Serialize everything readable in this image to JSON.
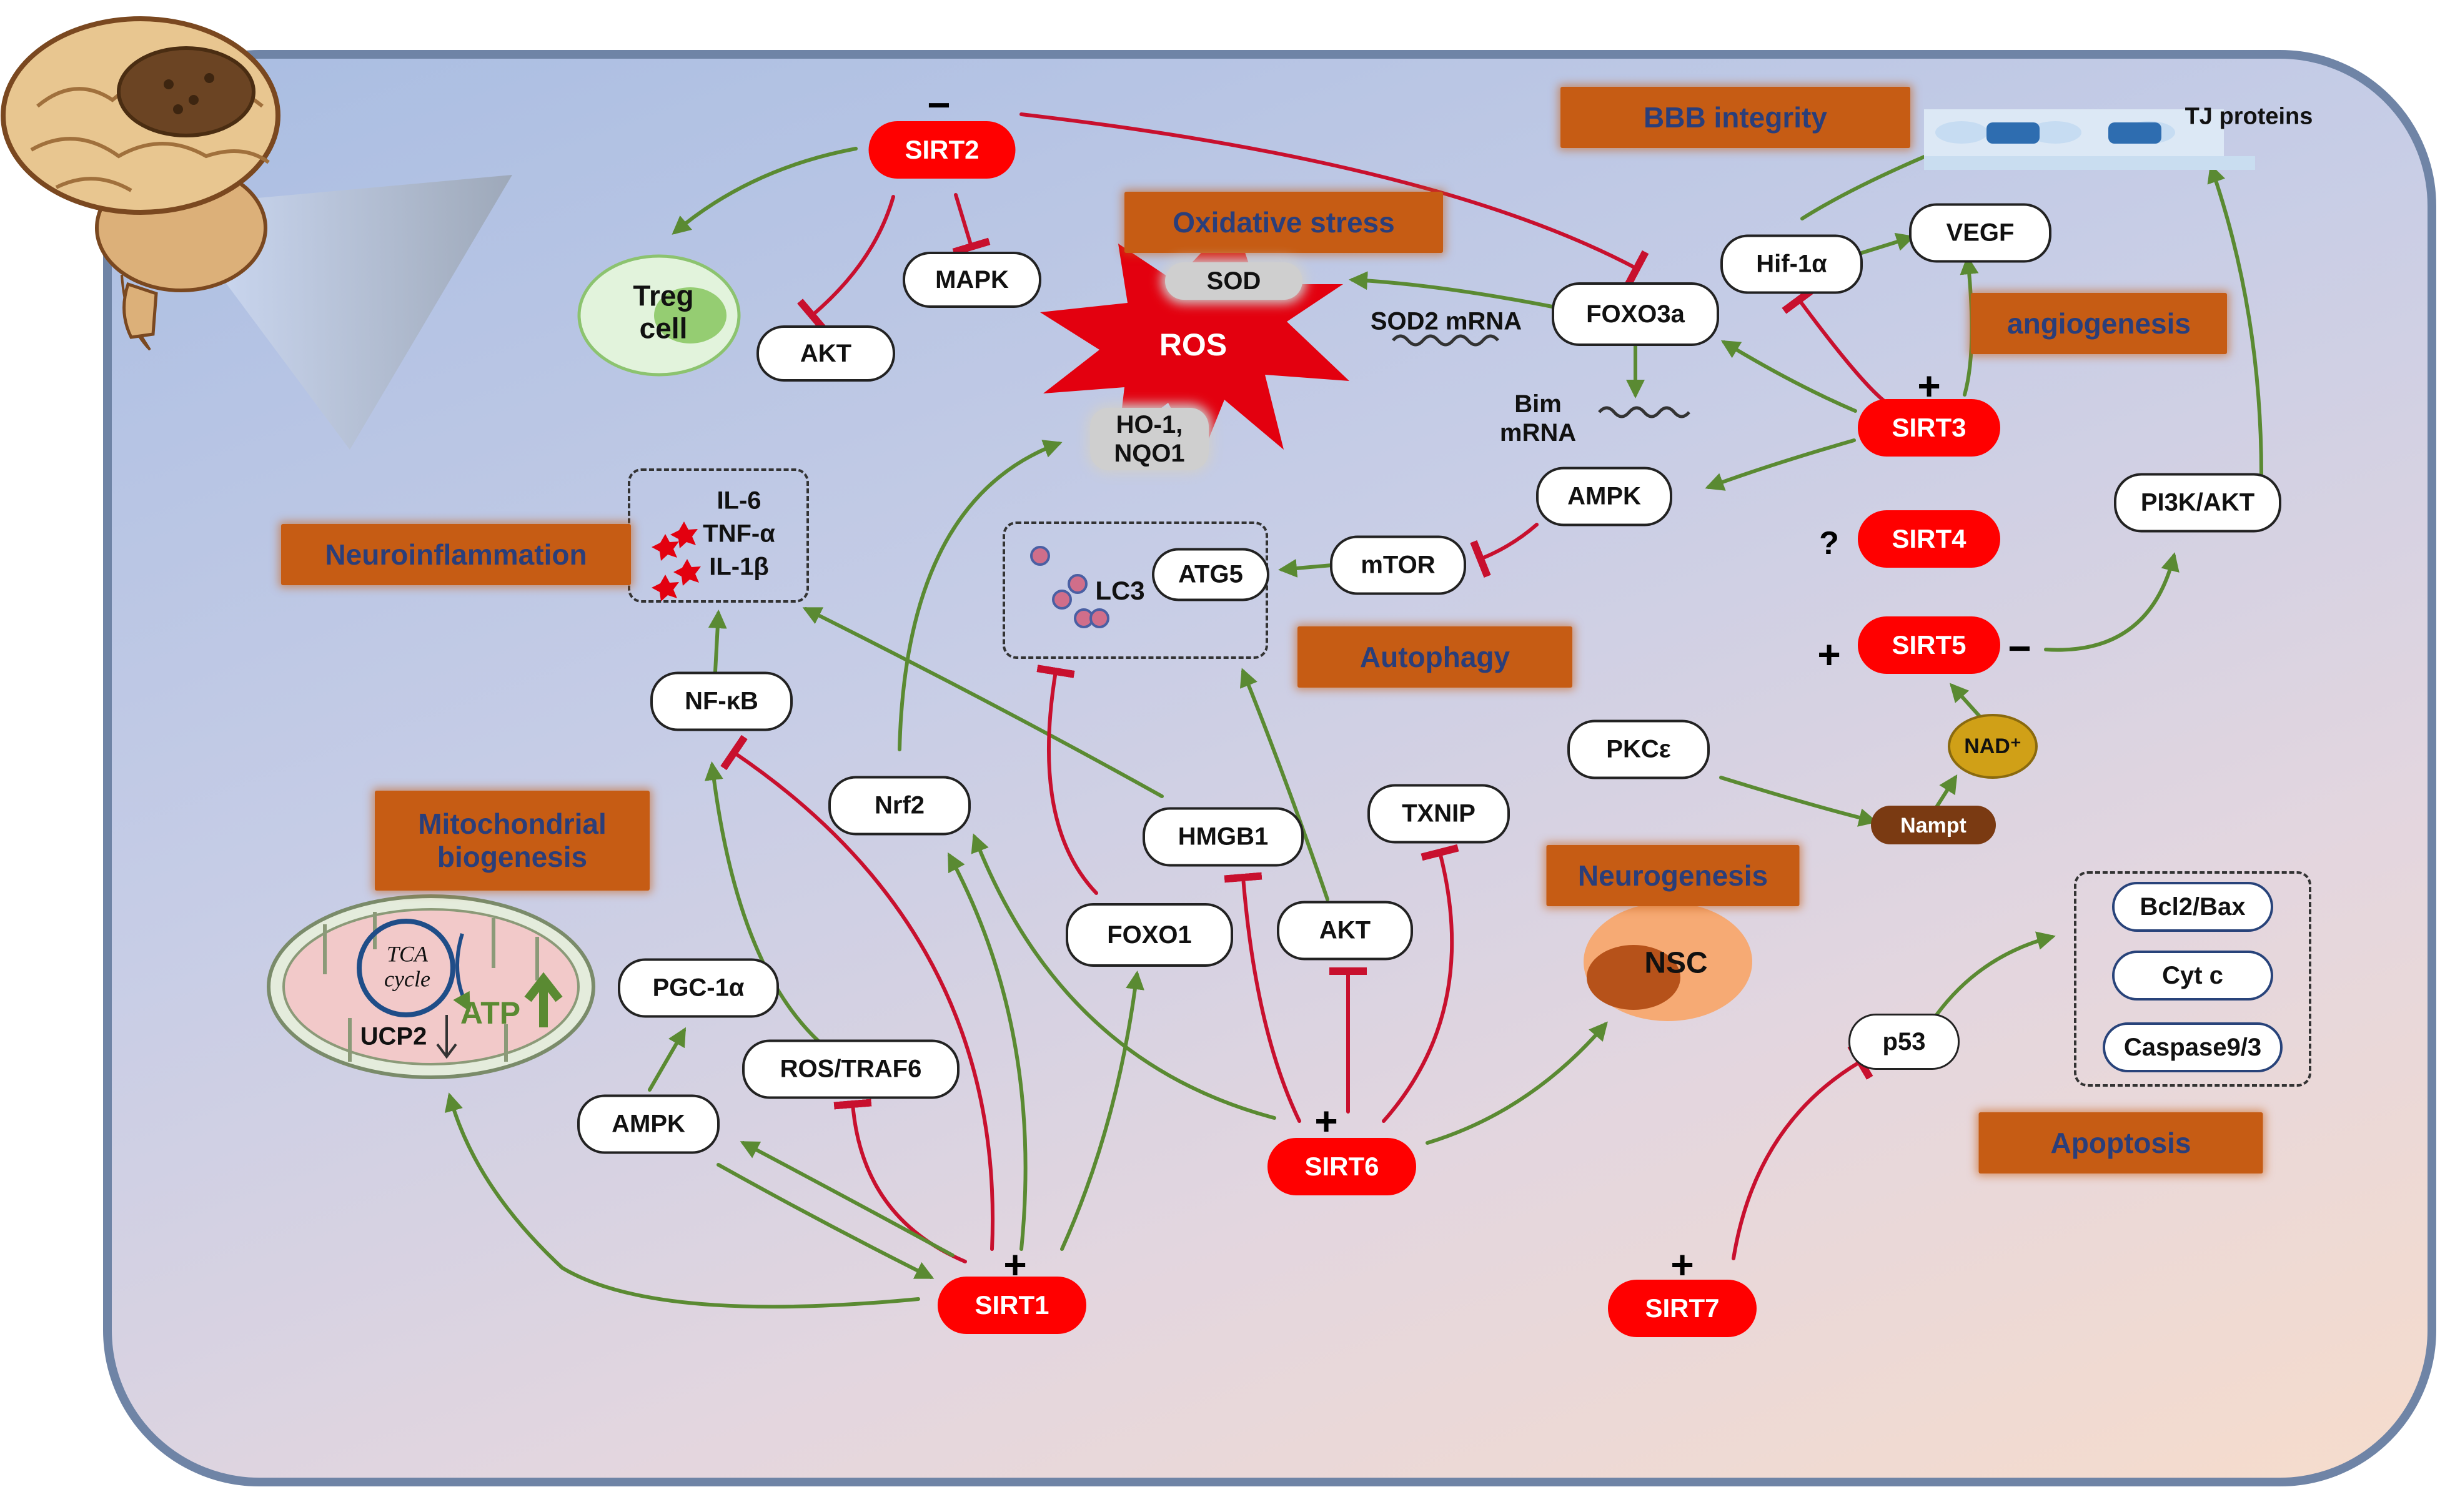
{
  "colors": {
    "activate": "#5a8a32",
    "inhibit": "#c8102e",
    "sirtuin": "#ff0000",
    "header": "#c65c14"
  },
  "icons": {
    "brain": "brain-illustration",
    "ros": "ros-starburst",
    "cytokine": "cytokine-star-icon"
  },
  "sirtuins": {
    "sirt1": "SIRT1",
    "sirt2": "SIRT2",
    "sirt3": "SIRT3",
    "sirt4": "SIRT4",
    "sirt5": "SIRT5",
    "sirt6": "SIRT6",
    "sirt7": "SIRT7"
  },
  "headers": {
    "bbb": "BBB integrity",
    "oxidative": "Oxidative stress",
    "angiogenesis": "angiogenesis",
    "neuroinflammation": "Neuroinflammation",
    "autophagy": "Autophagy",
    "mito_line1": "Mitochondrial",
    "mito_line2": "biogenesis",
    "neurogenesis": "Neurogenesis",
    "apoptosis": "Apoptosis"
  },
  "nodes": {
    "akt_top": "AKT",
    "mapk": "MAPK",
    "foxo3a": "FOXO3a",
    "hif1a": "Hif-1α",
    "vegf": "VEGF",
    "ampk_mid": "AMPK",
    "mtor": "mTOR",
    "atg5": "ATG5",
    "pi3k": "PI3K/AKT",
    "nfkb": "NF-κB",
    "nrf2": "Nrf2",
    "hmgb1": "HMGB1",
    "txnip": "TXNIP",
    "pkce": "PKCε",
    "foxo1": "FOXO1",
    "akt_low": "AKT",
    "pgc1a": "PGC-1α",
    "ampk_low": "AMPK",
    "ros_traf6": "ROS/TRAF6",
    "p53": "p53",
    "bcl2bax": "Bcl2/Bax",
    "cytc": "Cyt c",
    "caspase": "Caspase9/3",
    "nampt": "Nampt",
    "nad": "NAD⁺"
  },
  "labels": {
    "treg_line1": "Treg",
    "treg_line2": "cell",
    "ros": "ROS",
    "sod": "SOD",
    "ho1_line1": "HO-1,",
    "ho1_line2": "NQO1",
    "sod2_mrna": "SOD2 mRNA",
    "bim_line1": "Bim",
    "bim_line2": "mRNA",
    "tj_proteins": "TJ proteins",
    "il6": "IL-6",
    "tnfa": "TNF-α",
    "il1b": "IL-1β",
    "lc3": "LC3",
    "nsc": "NSC",
    "tca_line1": "TCA",
    "tca_line2": "cycle",
    "ucp2": "UCP2",
    "atp": "ATP"
  },
  "signs": {
    "sirt2": "−",
    "sirt3": "+",
    "sirt4": "?",
    "sirt5_left": "+",
    "sirt5_right": "−",
    "sirt6": "+",
    "sirt1": "+",
    "sirt7": "+"
  }
}
